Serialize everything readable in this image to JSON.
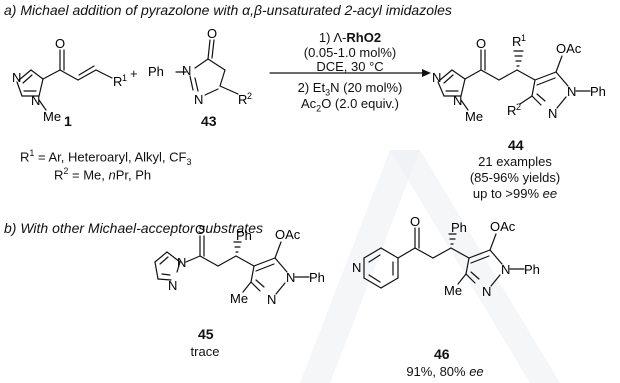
{
  "section_a": {
    "title_prefix": "a) Michael addition of pyrazolone with ",
    "title_greek": "α,β",
    "title_suffix": "-unsaturated 2-acyl imidazoles"
  },
  "section_b": {
    "title": "b) With other Michael-acceptor substrates"
  },
  "reaction": {
    "plus": "+",
    "step1_prefix": "1) Λ-",
    "step1_catalyst": "RhO2",
    "step1_loading": "(0.05-1.0 mol%)",
    "step1_conditions": "DCE, 30 °C",
    "step2_prefix": "2) Et",
    "step2_sub": "3",
    "step2_suffix": "N (20 mol%)",
    "step2b_prefix": "Ac",
    "step2b_sub": "2",
    "step2b_suffix": "O (2.0 equiv.)"
  },
  "atoms": {
    "O": "O",
    "N": "N",
    "Me": "Me",
    "Ph": "Ph",
    "OAc": "OAc",
    "R": "R",
    "sup1": "1",
    "sup2": "2"
  },
  "compounds": {
    "c1": "1",
    "c43": "43",
    "c44": "44",
    "c45": "45",
    "c46": "46"
  },
  "substituents": {
    "r1_prefix": "R",
    "r1_sup": "1",
    "r1_text": " = Ar, Heteroaryl, Alkyl, CF",
    "r1_sub": "3",
    "r2_prefix": "R",
    "r2_sup": "2",
    "r2_text": " = Me, ",
    "r2_italic": "n",
    "r2_tail": "Pr, Ph"
  },
  "product_44": {
    "examples": "21 examples",
    "yields": "(85-96% yields)",
    "ee_prefix": "up to >99% ",
    "ee_unit": "ee"
  },
  "product_45": {
    "result": "trace"
  },
  "product_46": {
    "result_prefix": "91%, 80% ",
    "ee_unit": "ee"
  }
}
